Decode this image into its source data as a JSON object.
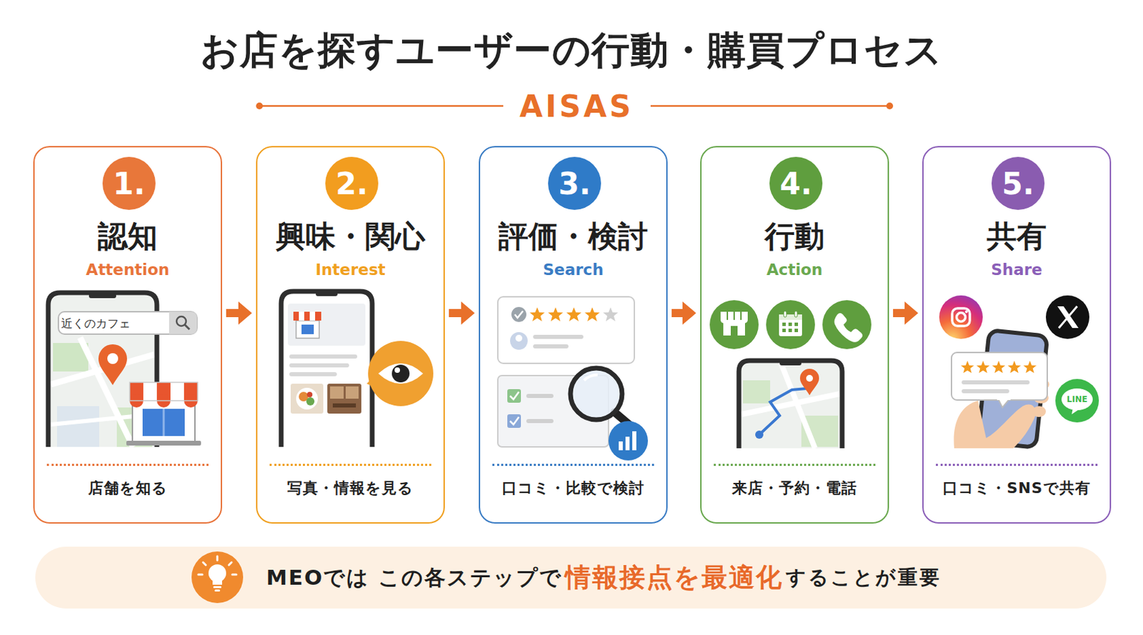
{
  "diagram": {
    "title": "お店を探すユーザーの行動・購買プロセス",
    "nodes": [
      {
        "text": [
          "認知",
          "Attention",
          "店舗を知る"
        ]
      },
      {
        "text": [
          "1."
        ],
        "in": 0
      },
      {
        "text": [
          "興味・関心",
          "Interest",
          "写真・情報を見る"
        ]
      },
      {
        "text": [
          "2."
        ],
        "in": 2
      },
      {
        "text": [
          "評価・検討",
          "Search",
          "口コミ・比較で検討"
        ]
      },
      {
        "text": [
          "3."
        ],
        "in": 4
      },
      {
        "text": [
          "行動",
          "Action",
          "来店・予約・電話"
        ]
      },
      {
        "text": [
          "4."
        ],
        "in": 6
      },
      {
        "text": [
          "共有",
          "Share",
          "口コミ・SNSで共有"
        ]
      },
      {
        "text": [
          "5."
        ],
        "in": 8
      },
      {
        "text": [
          "MEOでは この各ステップで",
          "情報接点を最適化",
          "することが重要"
        ]
      }
    ],
    "edges": [
      {
        "from": 0,
        "to": 2,
        "arrow": "to"
      },
      {
        "from": 2,
        "to": 4,
        "arrow": "to"
      },
      {
        "from": 4,
        "to": 6,
        "arrow": "to"
      },
      {
        "from": 6,
        "to": 8,
        "arrow": "to"
      }
    ],
    "labels": [
      "AISAS",
      "近くのカフェ",
      "LINE"
    ]
  }
}
